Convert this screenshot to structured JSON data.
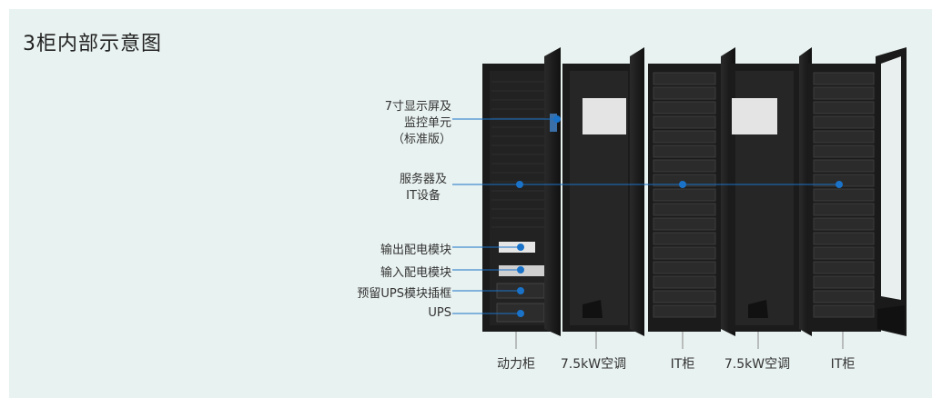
{
  "title": "3柜内部示意图",
  "left_labels": {
    "display_line1": "7寸显示屏及",
    "display_line2": "监控单元",
    "display_line3": "（标准版）",
    "server_line1": "服务器及",
    "server_line2": "IT设备",
    "output_pdu": "输出配电模块",
    "input_pdu": "输入配电模块",
    "ups_slot": "预留UPS模块插框",
    "ups": "UPS"
  },
  "bottom_labels": {
    "power_cabinet": "动力柜",
    "ac1": "7.5kW空调",
    "it1": "IT柜",
    "ac2": "7.5kW空调",
    "it2": "IT柜"
  },
  "colors": {
    "accent": "#1a73c9",
    "panel_bg": "#e8f2f0",
    "cabinet": "#1b1b1b"
  }
}
